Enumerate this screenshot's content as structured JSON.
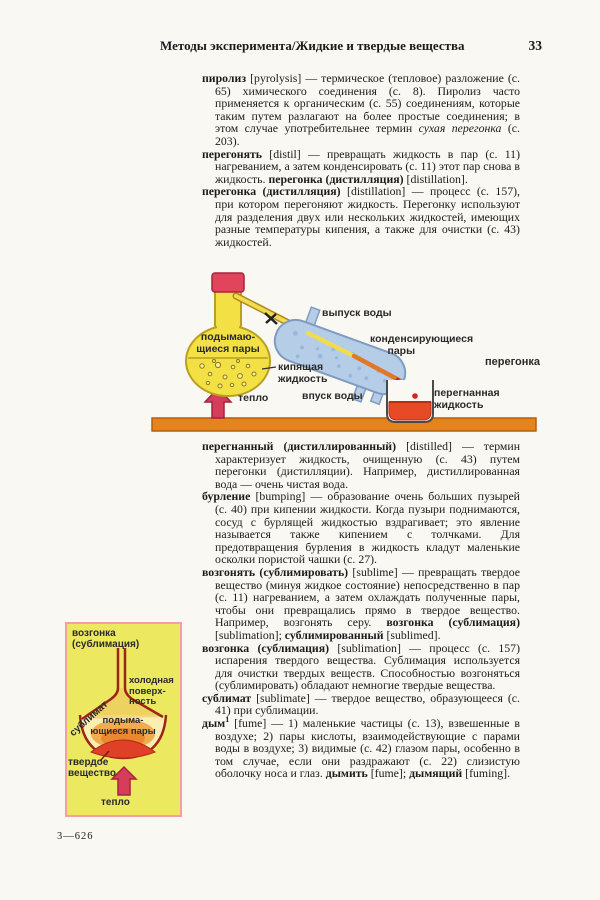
{
  "header": {
    "title": "Методы эксперимента/Жидкие и твердые вещества",
    "page_number": "33"
  },
  "entries_top": [
    {
      "segments": [
        {
          "s": "b",
          "t": "пиролиз"
        },
        {
          "s": "n",
          "t": " [pyrolysis] — термическое (тепловое) разложение (с. 65) химического соединения (с. 8). Пиролиз часто применяется к органическим (с. 55) соединениям, которые таким путем разлагают на более простые соединения; в этом случае употребительнее термин "
        },
        {
          "s": "i",
          "t": "сухая перегонка"
        },
        {
          "s": "n",
          "t": " (с. 203)."
        }
      ]
    },
    {
      "segments": [
        {
          "s": "b",
          "t": "перегонять"
        },
        {
          "s": "n",
          "t": " [distil] — превращать жидкость в пар (с. 11) нагреванием, а затем конденсировать (с. 11) этот пар снова в жидкость. "
        },
        {
          "s": "b",
          "t": "перегонка (дистилляция)"
        },
        {
          "s": "n",
          "t": " [distillation]."
        }
      ]
    },
    {
      "segments": [
        {
          "s": "b",
          "t": "перегонка (дистилляция)"
        },
        {
          "s": "n",
          "t": " [distillation] — процесс (с. 157), при котором перегоняют жидкость. Перегонку используют для разделения двух или нескольких жидкостей, имеющих разные температуры кипения, а также для очистки (с. 43) жидкостей."
        }
      ]
    }
  ],
  "entries_bottom": [
    {
      "segments": [
        {
          "s": "b",
          "t": "перегнанный (дистиллированный)"
        },
        {
          "s": "n",
          "t": " [distilled] — термин характеризует жидкость, очищенную (с. 43) путем перегонки (дистилляции). Например, дистиллированная вода — очень чистая вода."
        }
      ]
    },
    {
      "segments": [
        {
          "s": "b",
          "t": "бурление"
        },
        {
          "s": "n",
          "t": " [bumping] — образование очень больших пузырей (с. 40) при кипении жидкости. Когда пузыри поднимаются, сосуд с бурлящей жидкостью вздрагивает; это явление называется также кипением с толчками. Для предотвращения бурления в жидкость кладут маленькие осколки пористой чашки (с. 27)."
        }
      ]
    },
    {
      "segments": [
        {
          "s": "b",
          "t": "возгонять (сублимировать)"
        },
        {
          "s": "n",
          "t": " [sublime] — превращать твердое вещество (минуя жидкое состояние) непосредственно в пар (с. 11) нагреванием, а затем охлаждать полученные пары, чтобы они превращались прямо в твердое вещество. Например, возгонять серу. "
        },
        {
          "s": "b",
          "t": "возгонка (сублимация)"
        },
        {
          "s": "n",
          "t": " [sublimation]; "
        },
        {
          "s": "b",
          "t": "сублимированный"
        },
        {
          "s": "n",
          "t": " [sublimed]."
        }
      ]
    },
    {
      "segments": [
        {
          "s": "b",
          "t": "возгонка (сублимация)"
        },
        {
          "s": "n",
          "t": " [sublimation] — процесс (с. 157) испарения твердого вещества. Сублимация используется для очистки твердых веществ. Способностью возгоняться (сублимировать) обладают немногие твердые вещества."
        }
      ]
    },
    {
      "segments": [
        {
          "s": "b",
          "t": "сублимат"
        },
        {
          "s": "n",
          "t": " [sublimate] — твердое вещество, образующееся (с. 41) при сублимации."
        }
      ]
    },
    {
      "segments": [
        {
          "s": "b",
          "t": "дым"
        },
        {
          "s": "sup",
          "t": "1"
        },
        {
          "s": "n",
          "t": " [fume] — 1) маленькие частицы (с. 13), взвешенные в воздухе; 2) пары кислоты, взаимодействующие с парами воды в воздухе; 3) видимые (с. 42) глазом пары, особенно в том случае, если они раздражают (с. 22) слизистую оболочку носа и глаз. "
        },
        {
          "s": "b",
          "t": "дымить"
        },
        {
          "s": "n",
          "t": " [fume]; "
        },
        {
          "s": "b",
          "t": "дымящий"
        },
        {
          "s": "n",
          "t": " [fuming]."
        }
      ]
    }
  ],
  "diagram_distillation": {
    "title": "перегонка",
    "labels": {
      "rising_vapors": "подымаю-\nщиеся пары",
      "boiling_liquid": "кипящая\nжидкость",
      "heat": "тепло",
      "water_outlet": "выпуск воды",
      "water_inlet": "впуск воды",
      "condensing_vapors": "конденсирующиеся\n      пары",
      "distilled_liquid": "перегнанная\nжидкость"
    }
  },
  "diagram_sublimation": {
    "title": "возгонка\n(сублимация)",
    "labels": {
      "cold_surface": "холодная\nповерх-\nность",
      "sublimate": "сублимат",
      "rising_vapors": "подыма-\nющиеся пары",
      "solid": "твердое\nвещество",
      "heat": "тепло"
    }
  },
  "footer": {
    "signature": "3—626"
  },
  "colors": {
    "page_bg": "#faf8f2",
    "flask_yellow": "#f2e045",
    "flask_outline": "#b8a020",
    "stopper_red": "#e0455c",
    "condenser_blue": "#b6cde8",
    "condenser_outline": "#7e9cc0",
    "tube_yellow": "#f0dc50",
    "tube_orange": "#e07828",
    "tube_red": "#d02818",
    "bench_orange": "#e5831d",
    "bench_outline": "#b55e10",
    "liquid_red": "#e84a28",
    "arrow_red": "#d63d5a",
    "arrow_outline": "#a82040",
    "box_bg": "#ece860",
    "box_border": "#f0a0a0",
    "diagram_dark_red": "#9e2418",
    "solid_red": "#e04028",
    "vapor_orange": "#f0a040",
    "label_color": "#2a2a2a"
  }
}
